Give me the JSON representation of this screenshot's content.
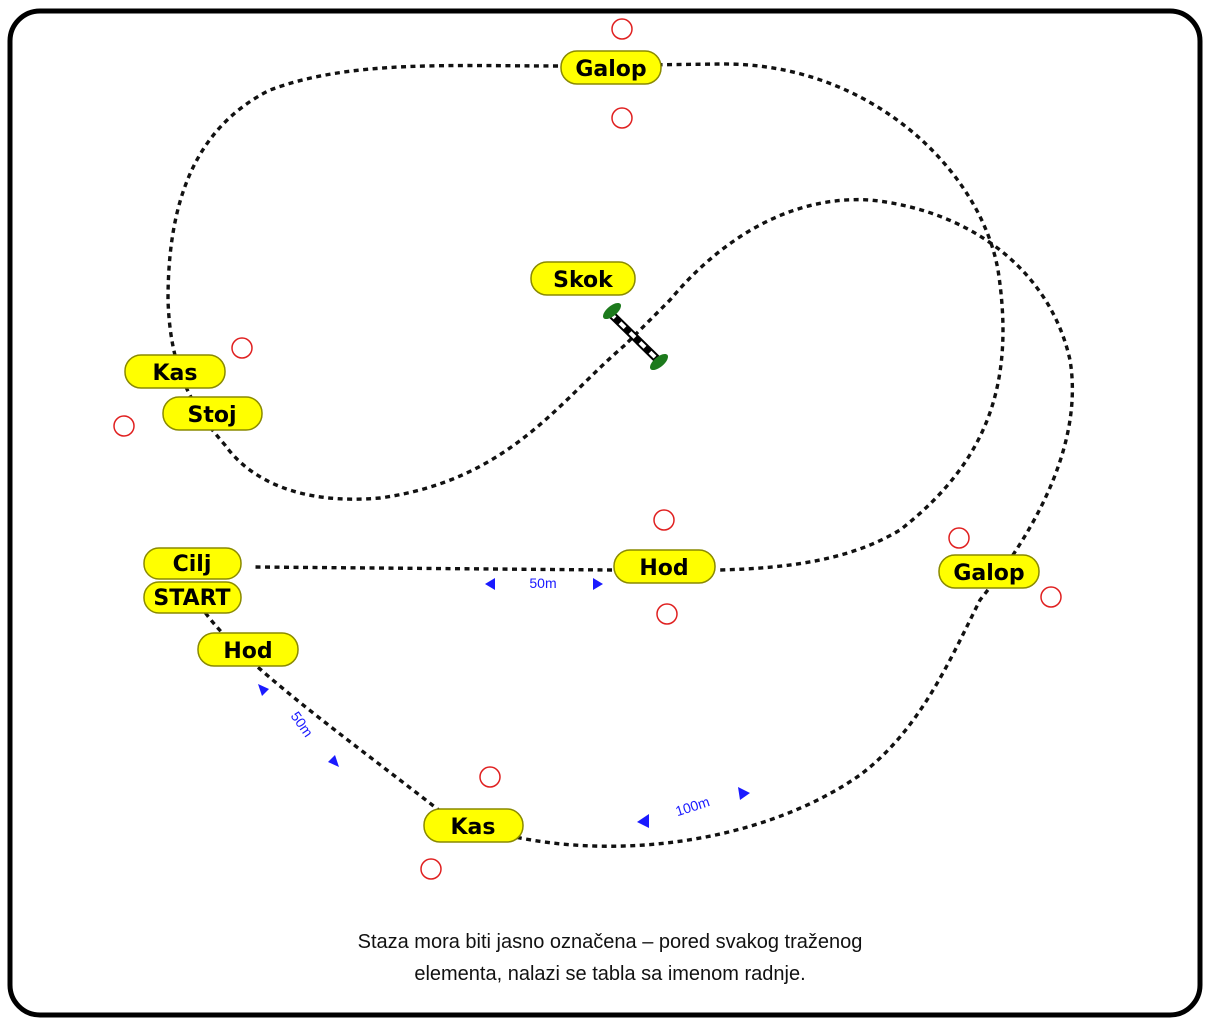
{
  "signs": [
    {
      "id": "sign-galop-top",
      "text": "Galop"
    },
    {
      "id": "sign-skok",
      "text": "Skok"
    },
    {
      "id": "sign-kas-left",
      "text": "Kas"
    },
    {
      "id": "sign-stoj",
      "text": "Stoj"
    },
    {
      "id": "sign-cilj",
      "text": "Cilj"
    },
    {
      "id": "sign-start",
      "text": "START"
    },
    {
      "id": "sign-hod-center",
      "text": "Hod"
    },
    {
      "id": "sign-galop-right",
      "text": "Galop"
    },
    {
      "id": "sign-hod-left",
      "text": "Hod"
    },
    {
      "id": "sign-kas-bottom",
      "text": "Kas"
    }
  ],
  "distances": [
    {
      "id": "distance-hod-center",
      "text": "50m"
    },
    {
      "id": "distance-hod-left",
      "text": "50m"
    },
    {
      "id": "distance-kas-bottom",
      "text": "100m"
    }
  ],
  "caption": {
    "line1": "Staza mora biti jasno označena – pored svakog traženog",
    "line2": "elementa, nalazi se tabla sa imenom radnje."
  },
  "colors": {
    "sign_fill": "#ffff00",
    "sign_border": "#8a8a00",
    "marker": "#e02020",
    "distance": "#1a1aff",
    "path": "#111111",
    "jump_poles": "#1c7a1c"
  }
}
